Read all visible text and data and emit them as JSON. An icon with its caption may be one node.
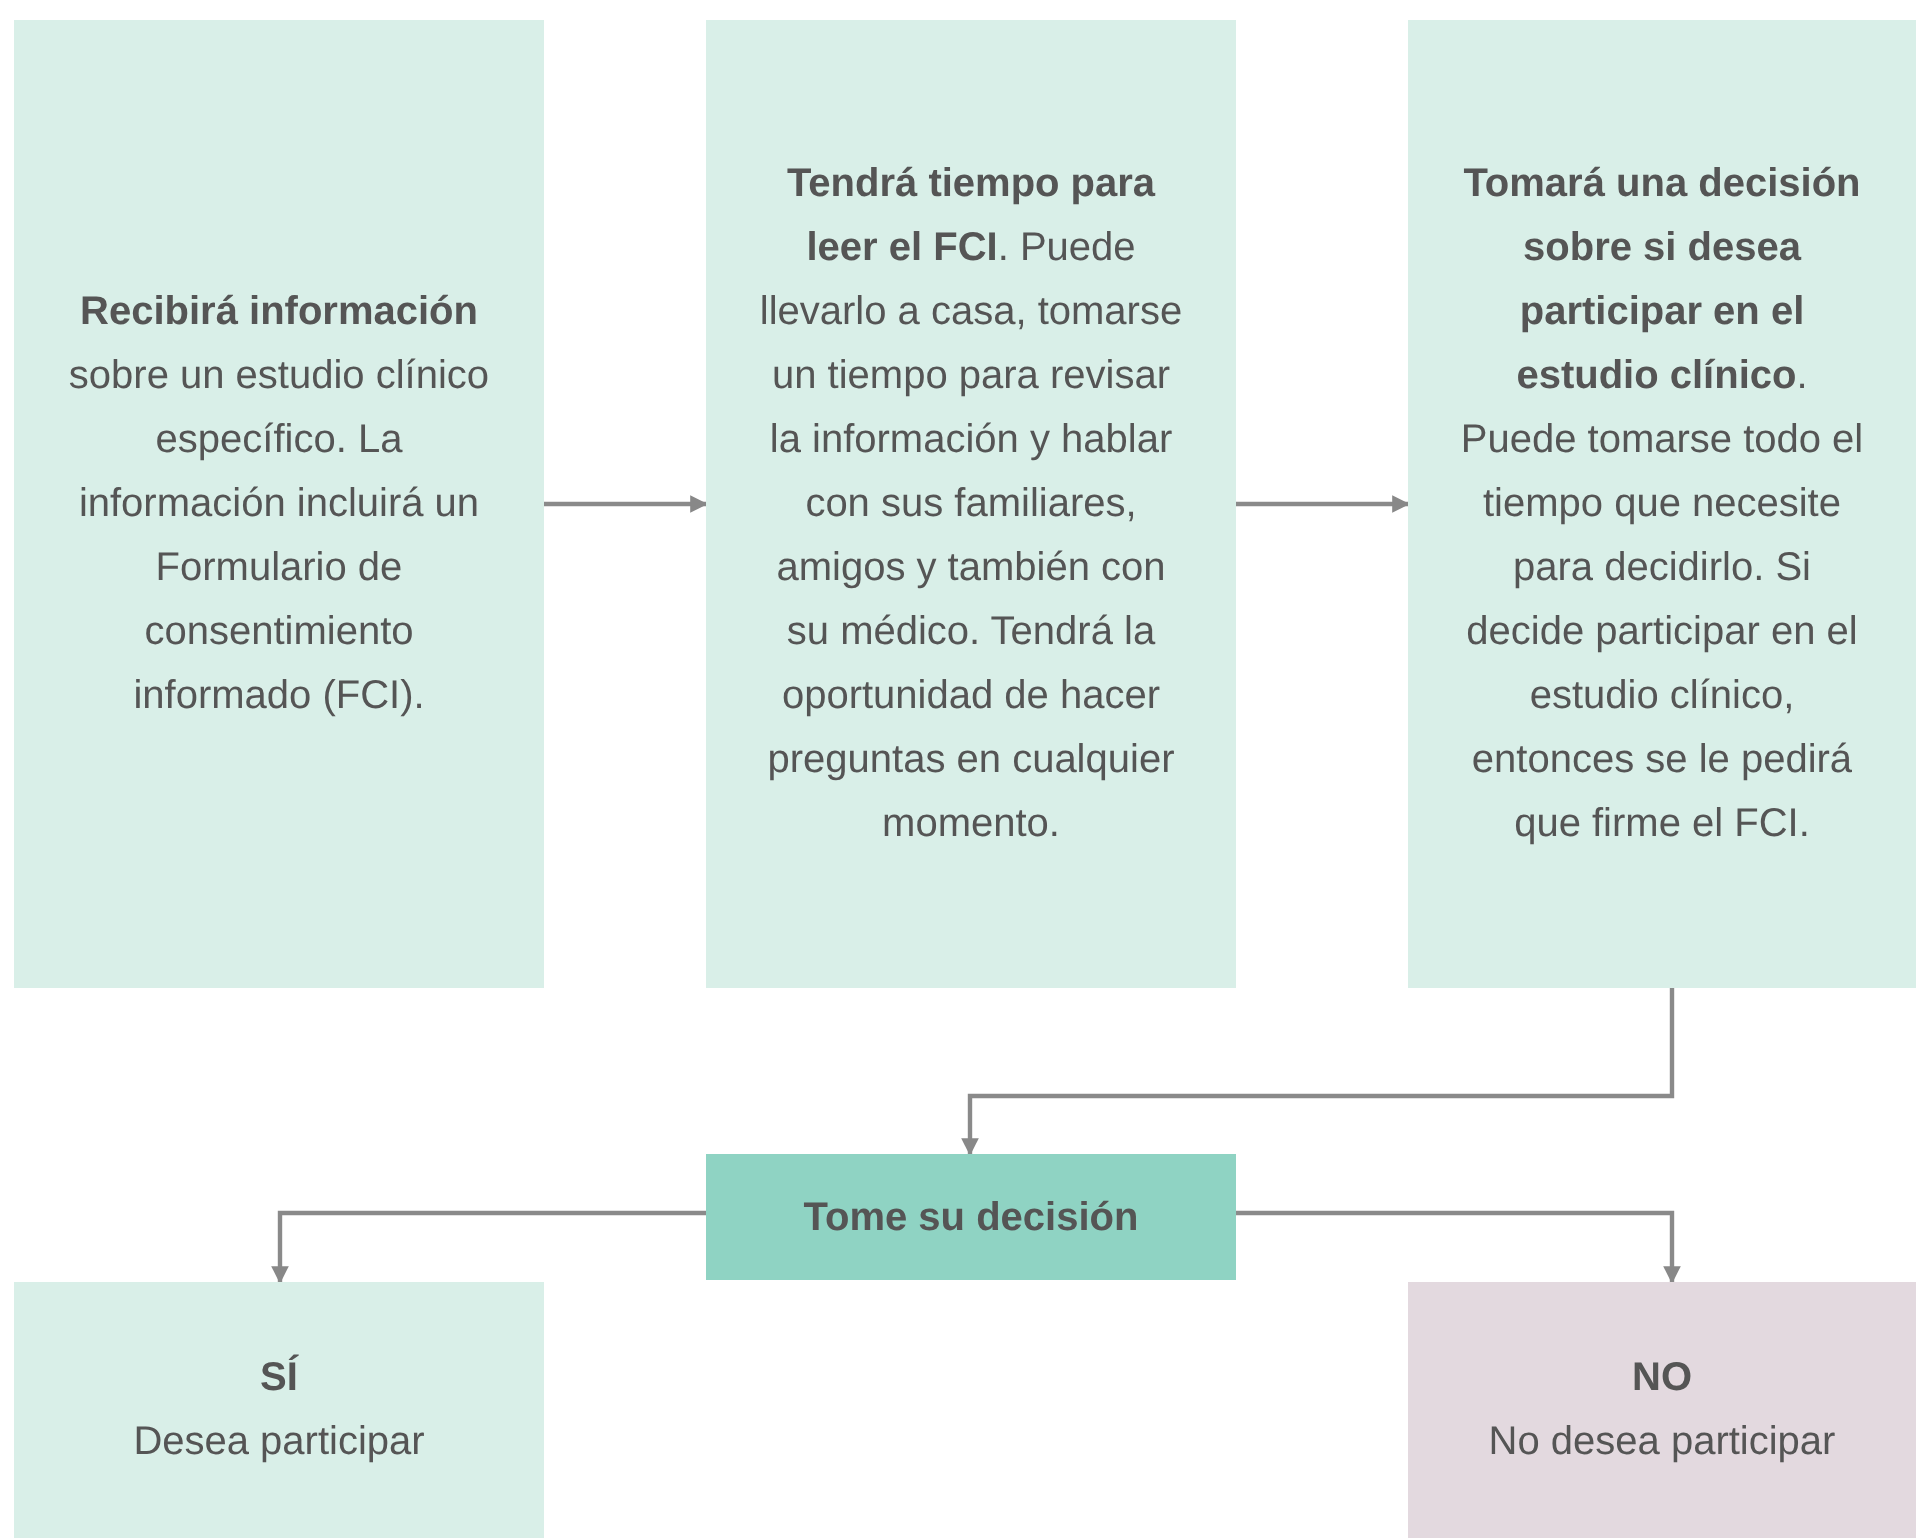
{
  "diagram": {
    "nodes": [
      {
        "text": [
          "**Recibirá información** sobre un estudio clínico específico. La información incluirá un Formulario de consentimiento informado (FCI)."
        ]
      },
      {
        "text": [
          "**Tendrá tiempo para leer el FCI**. Puede llevarlo a casa, tomarse un tiempo para revisar la información y hablar con sus familiares, amigos y también con su médico. Tendrá la oportunidad de hacer preguntas en cualquier momento."
        ]
      },
      {
        "text": [
          "**Tomará una decisión sobre si desea participar en el estudio clínico**. Puede tomarse todo el tiempo que necesite para decidirlo. Si decide participar en el estudio clínico, entonces se le pedirá que firme el FCI."
        ]
      },
      {
        "text": [
          "Tome su decisión"
        ]
      },
      {
        "text": [
          "SÍ",
          "Desea participar"
        ]
      },
      {
        "text": [
          "NO",
          "No desea participar"
        ]
      }
    ],
    "edges": [
      {
        "from": 0,
        "to": 1,
        "arrow": "to"
      },
      {
        "from": 1,
        "to": 2,
        "arrow": "to"
      },
      {
        "from": 2,
        "to": 3,
        "arrow": "to"
      },
      {
        "from": 3,
        "to": 4,
        "arrow": "to"
      },
      {
        "from": 3,
        "to": 5,
        "arrow": "to"
      }
    ]
  }
}
